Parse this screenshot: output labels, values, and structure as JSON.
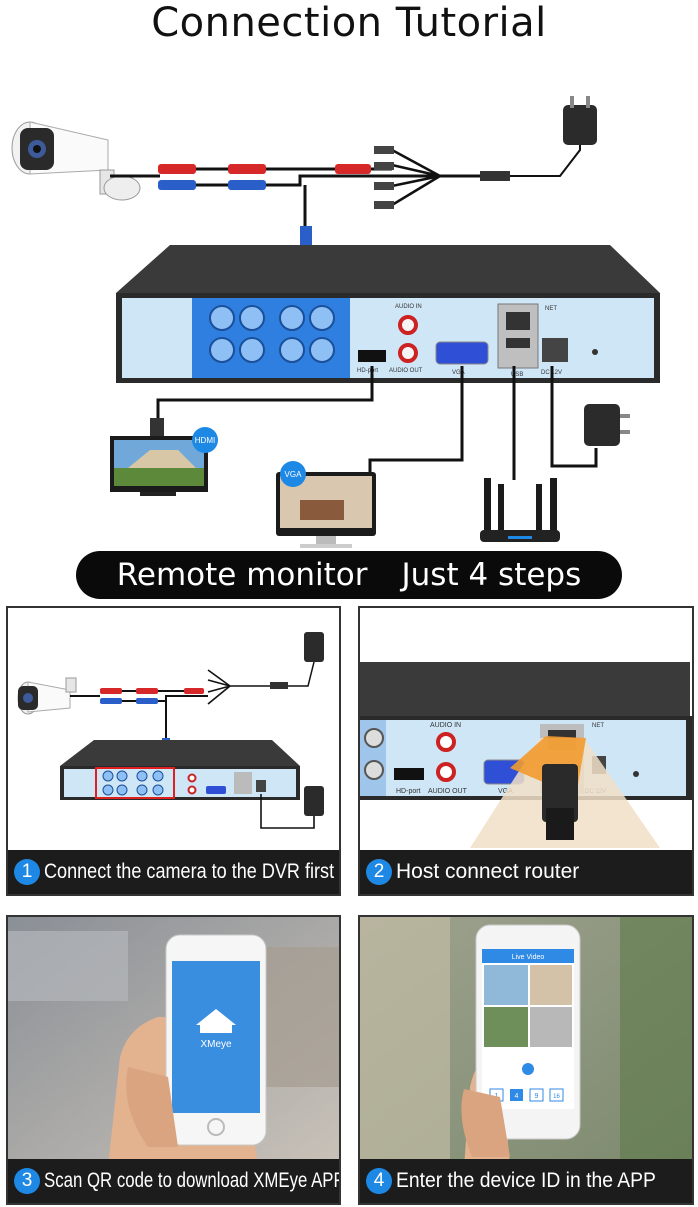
{
  "title": "Connection Tutorial",
  "banner": {
    "part1": "Remote monitor",
    "part2": "Just 4 steps"
  },
  "dvr_labels": {
    "audio_in": "AUDIO IN",
    "audio_out": "AUDIO OUT",
    "hdmi_port": "HD-port",
    "vga": "VGA",
    "usb": "USB",
    "net": "NET",
    "dc": "DC 12V"
  },
  "badges": {
    "hdmi": "HDMI",
    "vga": "VGA"
  },
  "steps": [
    {
      "number": "1",
      "text": "Connect the camera to the DVR first"
    },
    {
      "number": "2",
      "text": "Host connect router"
    },
    {
      "number": "3",
      "text": "Scan QR code to download XMEye APP"
    },
    {
      "number": "4",
      "text": "Enter the device ID in the APP"
    }
  ],
  "phone3": {
    "app_name": "XMeye"
  },
  "phone4": {
    "screen_title": "Live Video",
    "grid_buttons": [
      "1",
      "4",
      "9",
      "16"
    ]
  },
  "colors": {
    "accent_blue": "#1e88e5",
    "dvr_front": "#cfe6f7",
    "bnc_blue": "#2f7fe0",
    "banner_bg": "#0a0a0a"
  }
}
